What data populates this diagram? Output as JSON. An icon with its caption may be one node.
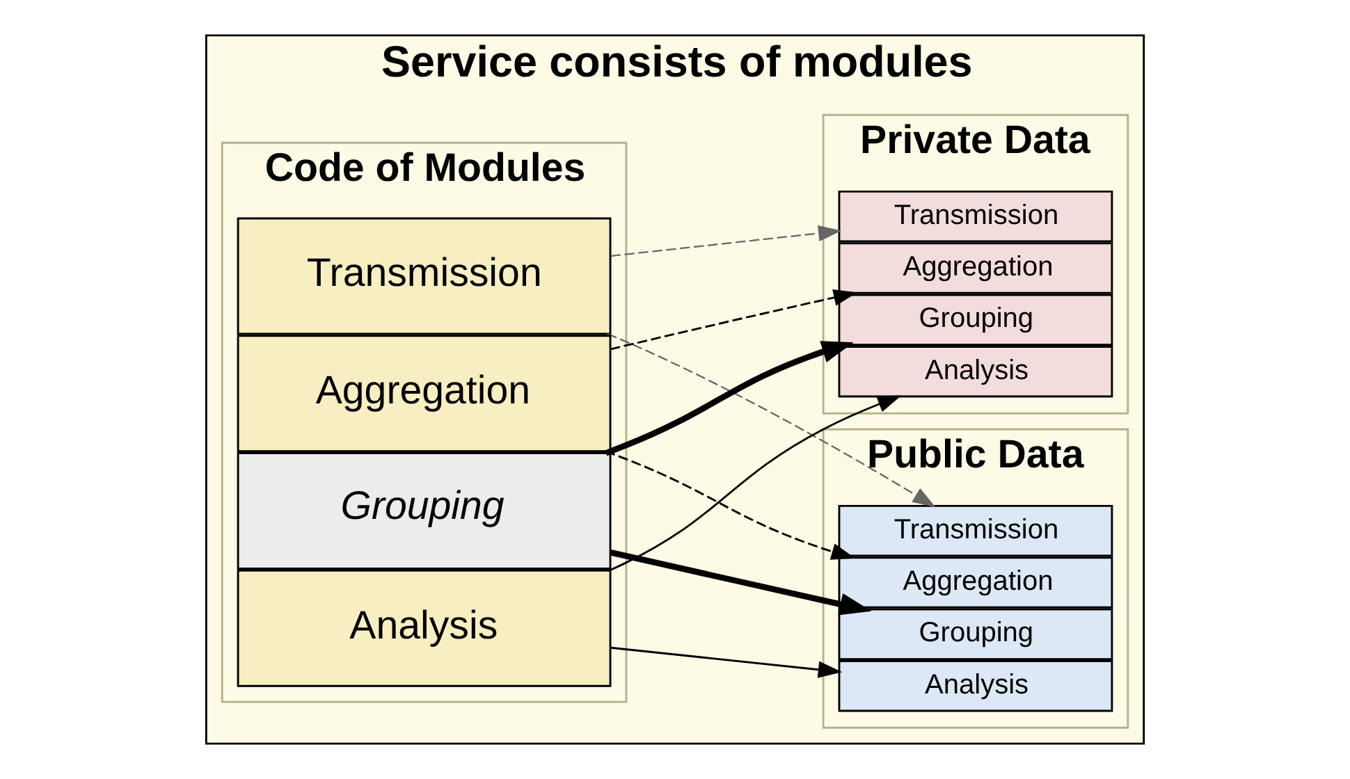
{
  "diagram": {
    "nodes": [
      {
        "text": [
          "Service consists of modules"
        ]
      },
      {
        "text": [
          "Code of Modules"
        ],
        "in": 0
      },
      {
        "text": [
          "Analysis"
        ],
        "in": 1
      },
      {
        "text": [
          "Grouping"
        ],
        "in": 1
      },
      {
        "text": [
          "Aggregation"
        ],
        "in": 1
      },
      {
        "text": [
          "Transmission"
        ],
        "in": 1
      },
      {
        "text": [
          "Private Data"
        ],
        "in": 0
      },
      {
        "text": [
          "Analysis"
        ],
        "in": 6
      },
      {
        "text": [
          "Grouping"
        ],
        "in": 6
      },
      {
        "text": [
          "Aggregation"
        ],
        "in": 6
      },
      {
        "text": [
          "Transmission"
        ],
        "in": 6
      },
      {
        "text": [
          "Public Data"
        ],
        "in": 0
      },
      {
        "text": [
          "Analysis"
        ],
        "in": 11
      },
      {
        "text": [
          "Grouping"
        ],
        "in": 11
      },
      {
        "text": [
          "Aggregation"
        ],
        "in": 11
      },
      {
        "text": [
          "Transmission"
        ],
        "in": 11
      }
    ],
    "edges": [
      {
        "from": 2,
        "to": 7,
        "arrow": "to"
      },
      {
        "from": 2,
        "to": 12,
        "arrow": "to"
      },
      {
        "from": 3,
        "to": 8,
        "arrow": "to",
        "style": "thick"
      },
      {
        "from": 3,
        "to": 13,
        "arrow": "to",
        "style": "thick"
      },
      {
        "from": 4,
        "to": 9,
        "arrow": "to",
        "style": "dashed"
      },
      {
        "from": 4,
        "to": 14,
        "arrow": "to",
        "style": "dashed"
      },
      {
        "from": 5,
        "to": 10,
        "arrow": "to",
        "style": "dashed",
        "color": "#666666"
      },
      {
        "from": 5,
        "to": 15,
        "arrow": "to",
        "style": "dashed",
        "color": "#666666"
      }
    ]
  }
}
